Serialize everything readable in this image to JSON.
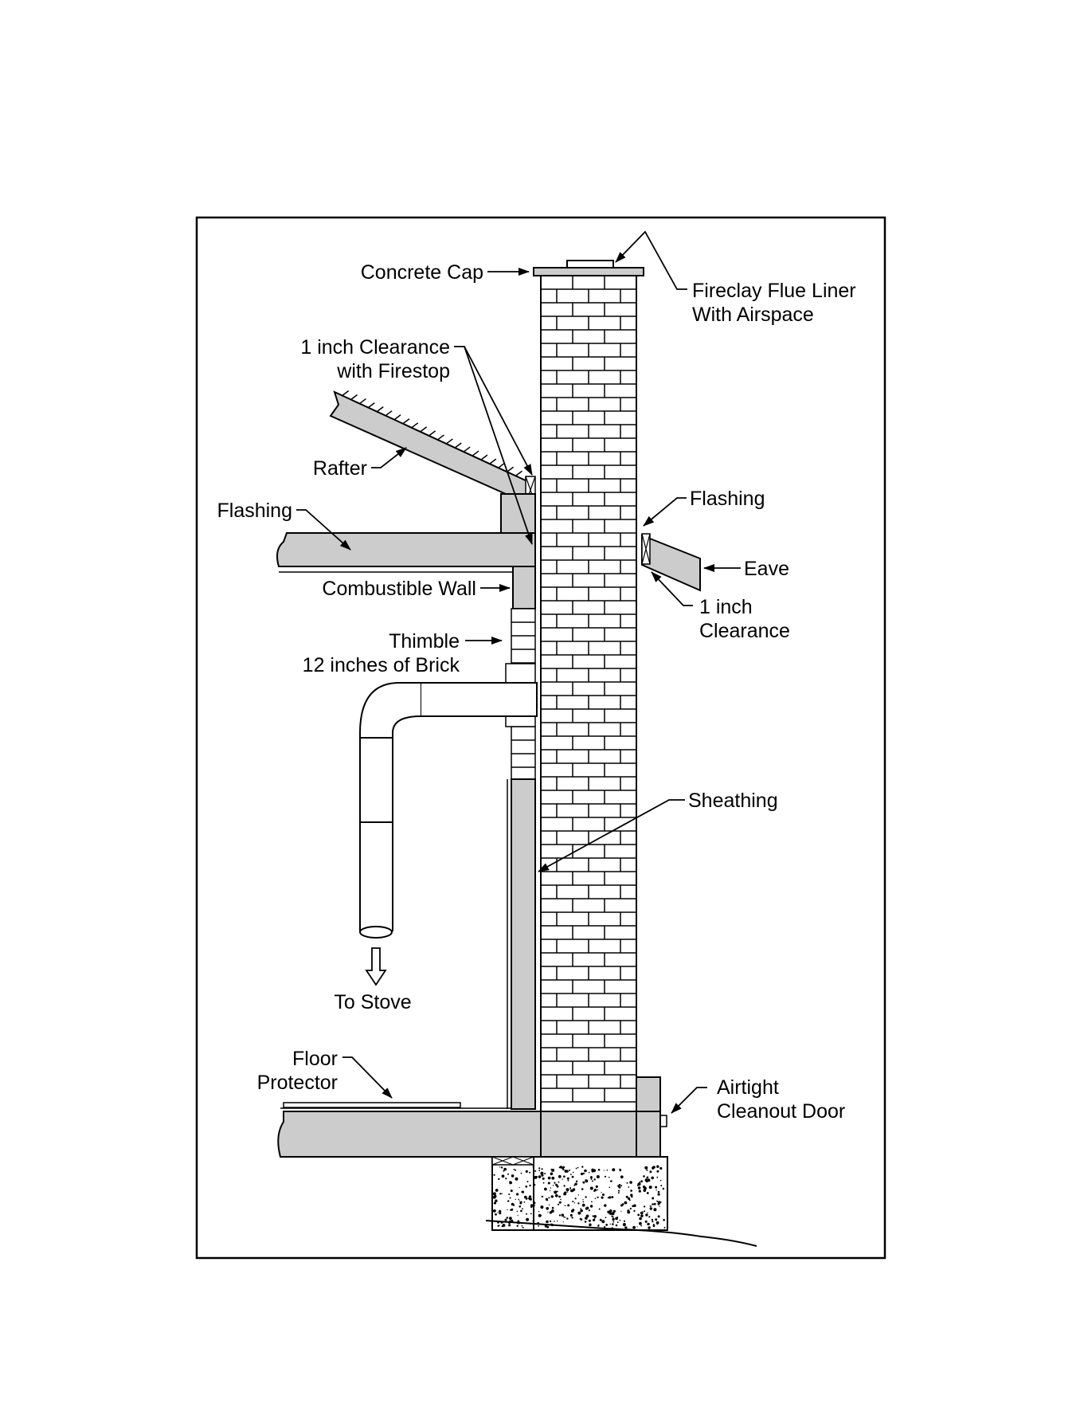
{
  "diagram": {
    "colors": {
      "fill": "#cccccc",
      "stroke": "#000000",
      "paper": "#ffffff"
    },
    "labels": {
      "concrete_cap": "Concrete Cap",
      "flue_liner_1": "Fireclay Flue Liner",
      "flue_liner_2": "With Airspace",
      "clearance_firestop_1": "1 inch Clearance",
      "clearance_firestop_2": "with Firestop",
      "rafter": "Rafter",
      "flashing_left": "Flashing",
      "flashing_right": "Flashing",
      "eave": "Eave",
      "clearance_1": "1 inch",
      "clearance_2": "Clearance",
      "combustible_wall": "Combustible Wall",
      "thimble": "Thimble",
      "brick": "12 inches of Brick",
      "sheathing": "Sheathing",
      "to_stove": "To Stove",
      "floor_protector_1": "Floor",
      "floor_protector_2": "Protector",
      "cleanout_1": "Airtight",
      "cleanout_2": "Cleanout Door"
    }
  }
}
